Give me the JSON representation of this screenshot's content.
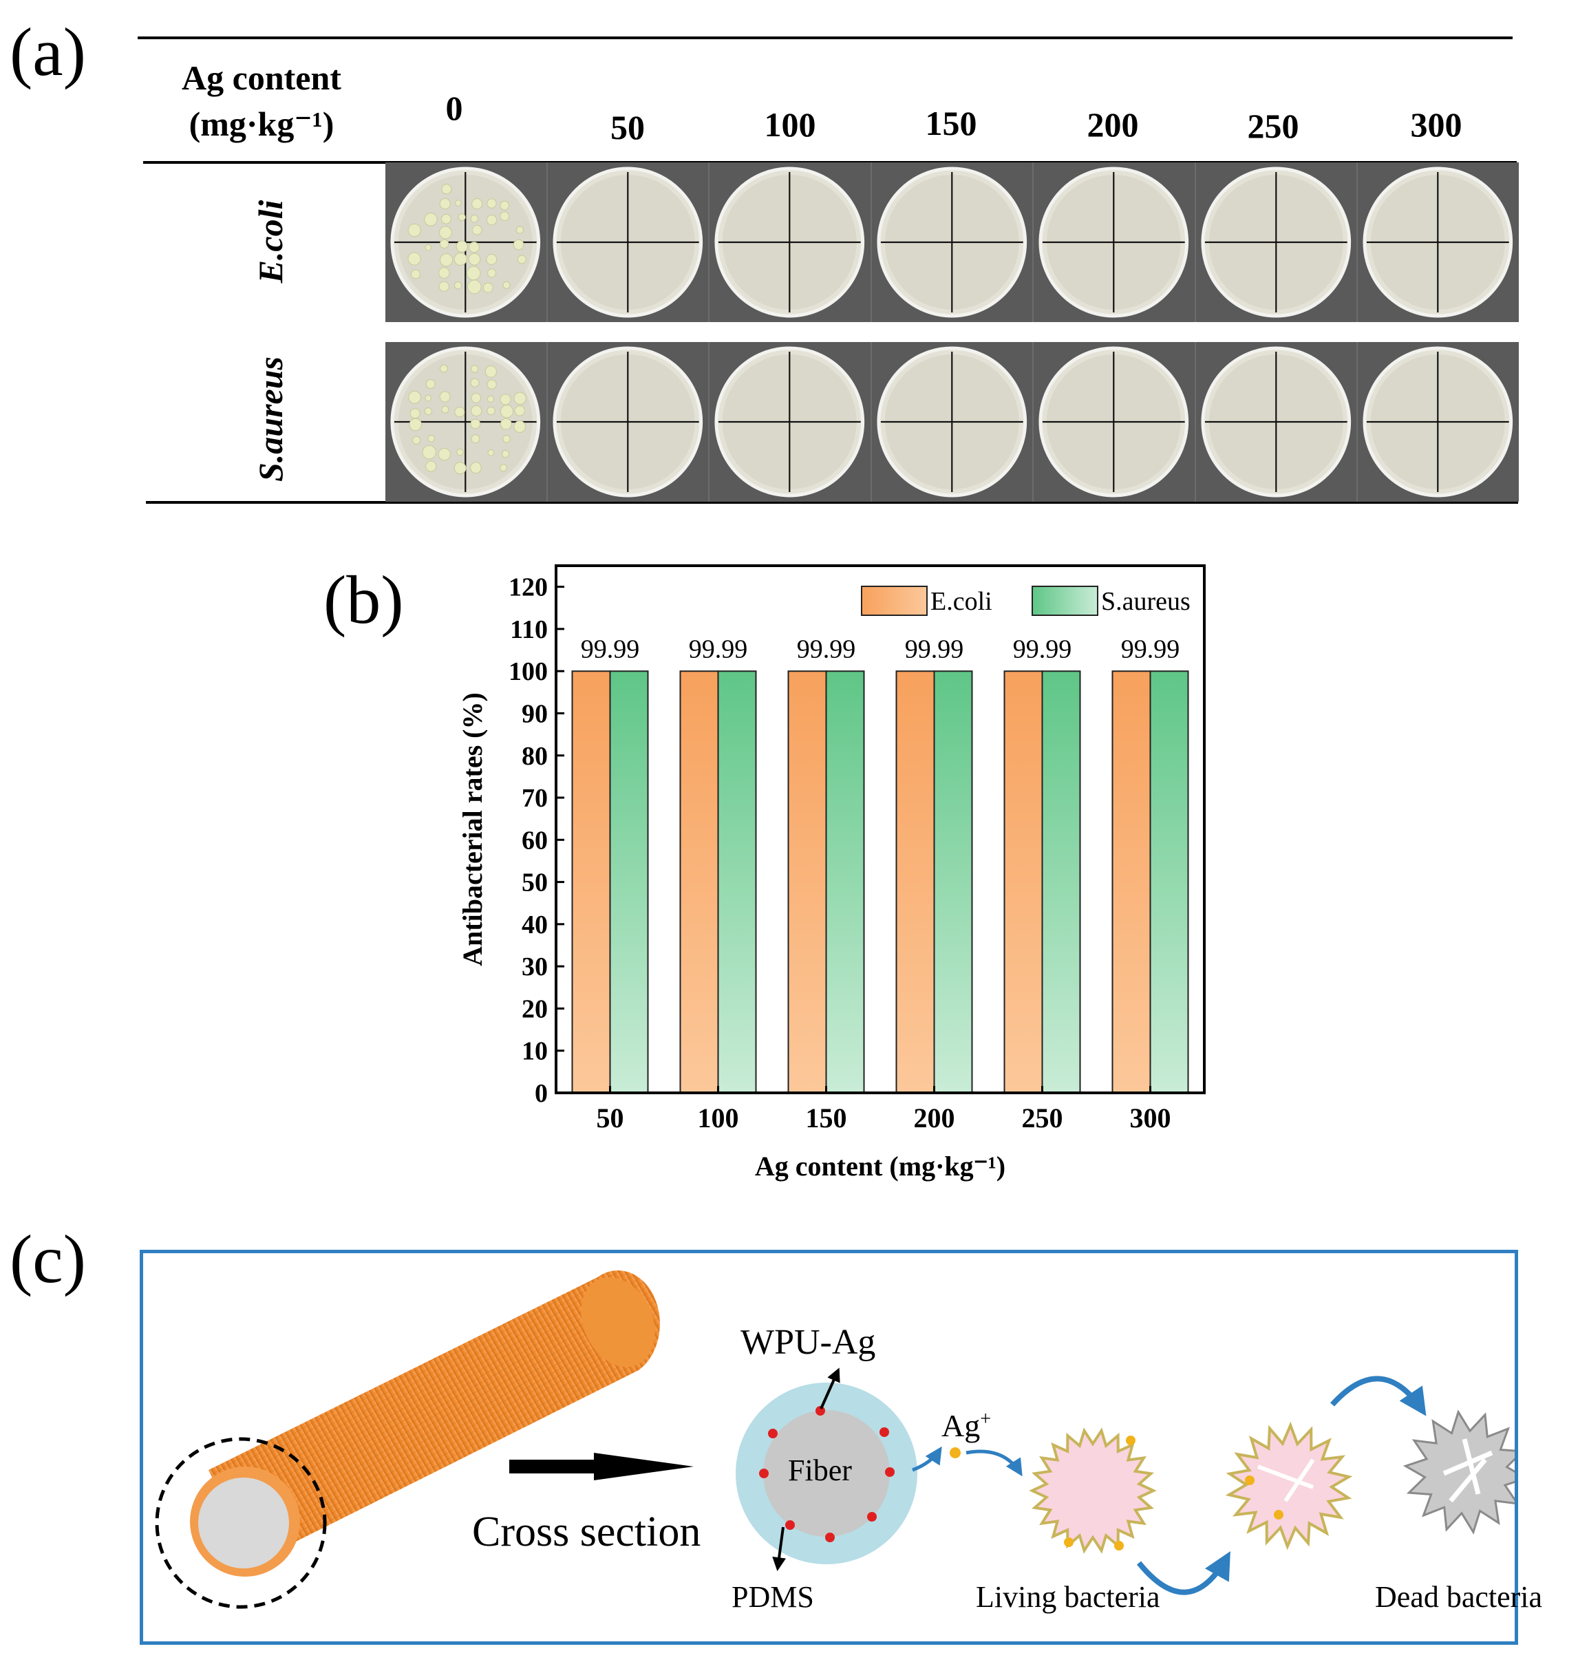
{
  "panel_a": {
    "label": "(a)",
    "header_title_line1": "Ag content",
    "header_title_line2": "(mg·kg⁻¹)",
    "columns": [
      "0",
      "50",
      "100",
      "150",
      "200",
      "250",
      "300"
    ],
    "rows": [
      "E.coli",
      "S.aureus"
    ]
  },
  "panel_b": {
    "label": "(b)"
  },
  "chart_data": {
    "type": "bar",
    "categories": [
      "50",
      "100",
      "150",
      "200",
      "250",
      "300"
    ],
    "series": [
      {
        "name": "E.coli",
        "values": [
          99.99,
          99.99,
          99.99,
          99.99,
          99.99,
          99.99
        ],
        "color": "#f9ad72"
      },
      {
        "name": "S.aureus",
        "values": [
          99.99,
          99.99,
          99.99,
          99.99,
          99.99,
          99.99
        ],
        "color": "#6dcc93"
      }
    ],
    "data_labels": [
      "99.99",
      "99.99",
      "99.99",
      "99.99",
      "99.99",
      "99.99"
    ],
    "xlabel": "Ag content (mg·kg⁻¹)",
    "ylabel": "Antibacterial rates (%)",
    "ylim": [
      0,
      125
    ],
    "yticks": [
      "0",
      "10",
      "20",
      "30",
      "40",
      "50",
      "60",
      "70",
      "80",
      "90",
      "100",
      "110",
      "120"
    ],
    "legend_position": "top-right",
    "grid": false
  },
  "panel_c": {
    "label": "(c)",
    "wpu_ag": "WPU-Ag",
    "fiber": "Fiber",
    "ag_ion_base": "Ag",
    "ag_ion_sup": "+",
    "cross_section": "Cross section",
    "pdms": "PDMS",
    "living_bacteria": "Living bacteria",
    "dead_bacteria": "Dead bacteria"
  }
}
